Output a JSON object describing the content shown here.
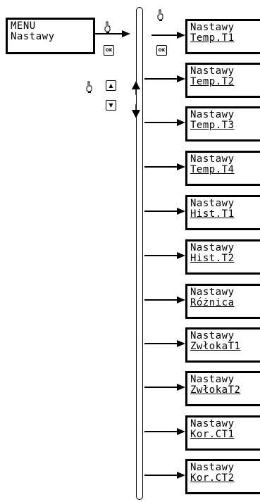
{
  "menu": {
    "line1": "MENU",
    "line2": "Nastawy"
  },
  "buttons": {
    "ok": "OK",
    "up": "▲",
    "down": "▼"
  },
  "items": [
    {
      "line1": "Nastawy",
      "line2": "Temp.T1"
    },
    {
      "line1": "Nastawy",
      "line2": "Temp.T2"
    },
    {
      "line1": "Nastawy",
      "line2": "Temp.T3"
    },
    {
      "line1": "Nastawy",
      "line2": "Temp.T4"
    },
    {
      "line1": "Nastawy",
      "line2": "Hist.T1"
    },
    {
      "line1": "Nastawy",
      "line2": "Hist.T2"
    },
    {
      "line1": "Nastawy",
      "line2": "Różnica"
    },
    {
      "line1": "Nastawy",
      "line2": "ZwłokaT1"
    },
    {
      "line1": "Nastawy",
      "line2": "ZwłokaT2"
    },
    {
      "line1": "Nastawy",
      "line2": "Kor.CT1"
    },
    {
      "line1": "Nastawy",
      "line2": "Kor.CT2"
    }
  ]
}
